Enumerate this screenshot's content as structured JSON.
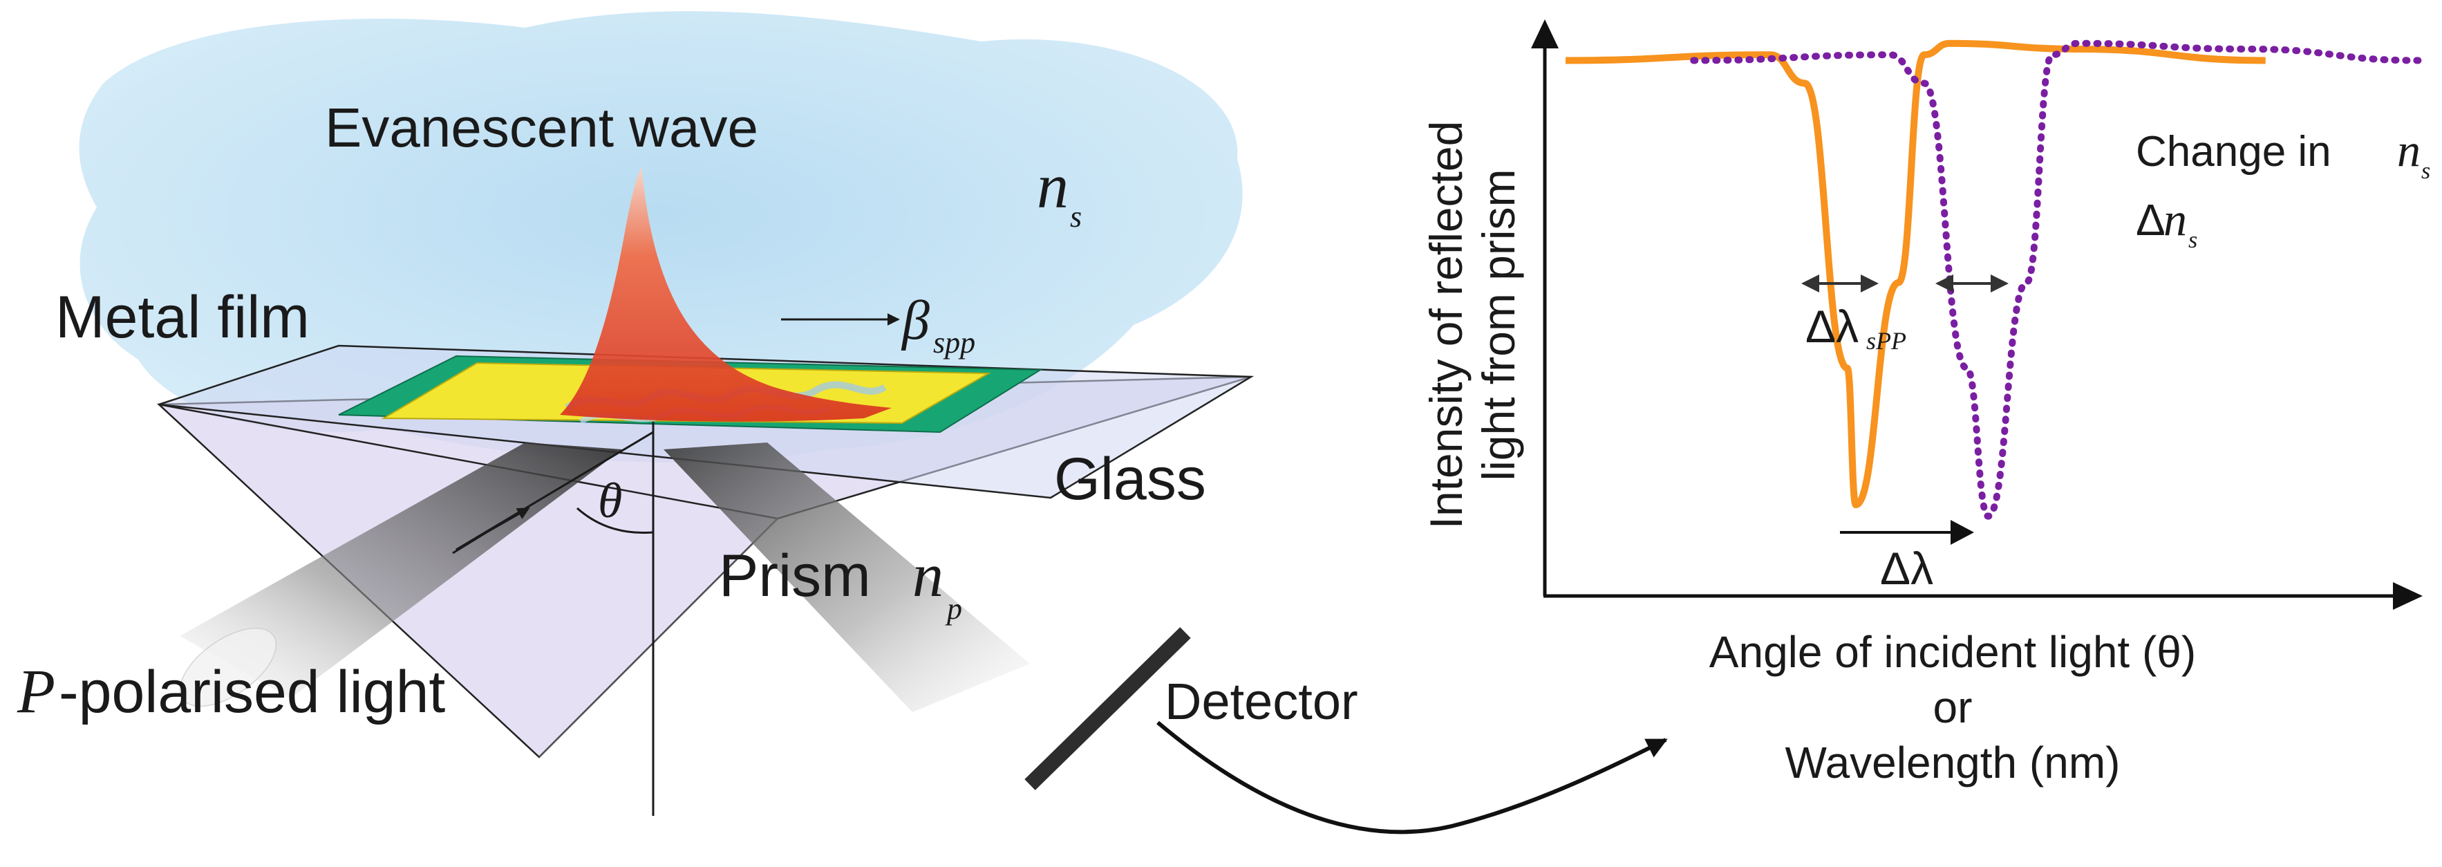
{
  "setup": {
    "evanescent_label": "Evanescent wave",
    "metal_film_label": "Metal film",
    "glass_label": "Glass",
    "prism_label": "Prism",
    "prism_index_symbol": "n",
    "prism_index_sub": "p",
    "sample_index_symbol": "n",
    "sample_index_sub": "s",
    "spp_symbol": "β",
    "spp_sub": "spp",
    "theta_symbol": "θ",
    "polarised_prefix": "P",
    "polarised_label": "-polarised light",
    "detector_label": "Detector"
  },
  "graph": {
    "y_axis_line1": "Intensity of reflected",
    "y_axis_line2": "light from prism",
    "x_axis_line1": "Angle of incident light (θ)",
    "x_axis_line2": "or",
    "x_axis_line3": "Wavelength (nm)",
    "change_label": "Change in ",
    "change_symbol": "n",
    "change_sub": "s",
    "delta_ns_prefix": "Δ",
    "delta_ns_symbol": "n",
    "delta_ns_sub": "s",
    "width_label": "Δλ",
    "width_sub": "sPP",
    "shift_label": "Δλ"
  },
  "colors": {
    "solid_curve": "#f7931e",
    "dotted_curve": "#7a1fa2",
    "metal_gold": "#f2e630",
    "substrate_green": "#17a673",
    "wave_red": "#e8472e",
    "cloud_blue": "#c4e3f5",
    "prism_lavender": "#d9d4ef"
  },
  "chart_data": {
    "type": "line",
    "title": "",
    "xlabel": "Angle of incident light (θ) or Wavelength (nm)",
    "ylabel": "Intensity of reflected light from prism",
    "series": [
      {
        "style": "solid",
        "x": [
          0.0,
          0.24,
          0.28,
          0.33,
          0.34,
          0.39,
          0.42,
          0.45,
          0.6,
          0.82
        ],
        "y": [
          0.94,
          0.95,
          0.9,
          0.4,
          0.16,
          0.55,
          0.95,
          0.97,
          0.96,
          0.94
        ]
      },
      {
        "style": "dotted",
        "x": [
          0.15,
          0.38,
          0.42,
          0.47,
          0.495,
          0.54,
          0.57,
          0.6,
          0.8,
          1.0
        ],
        "y": [
          0.94,
          0.95,
          0.9,
          0.4,
          0.14,
          0.55,
          0.95,
          0.97,
          0.96,
          0.94
        ]
      }
    ]
  }
}
